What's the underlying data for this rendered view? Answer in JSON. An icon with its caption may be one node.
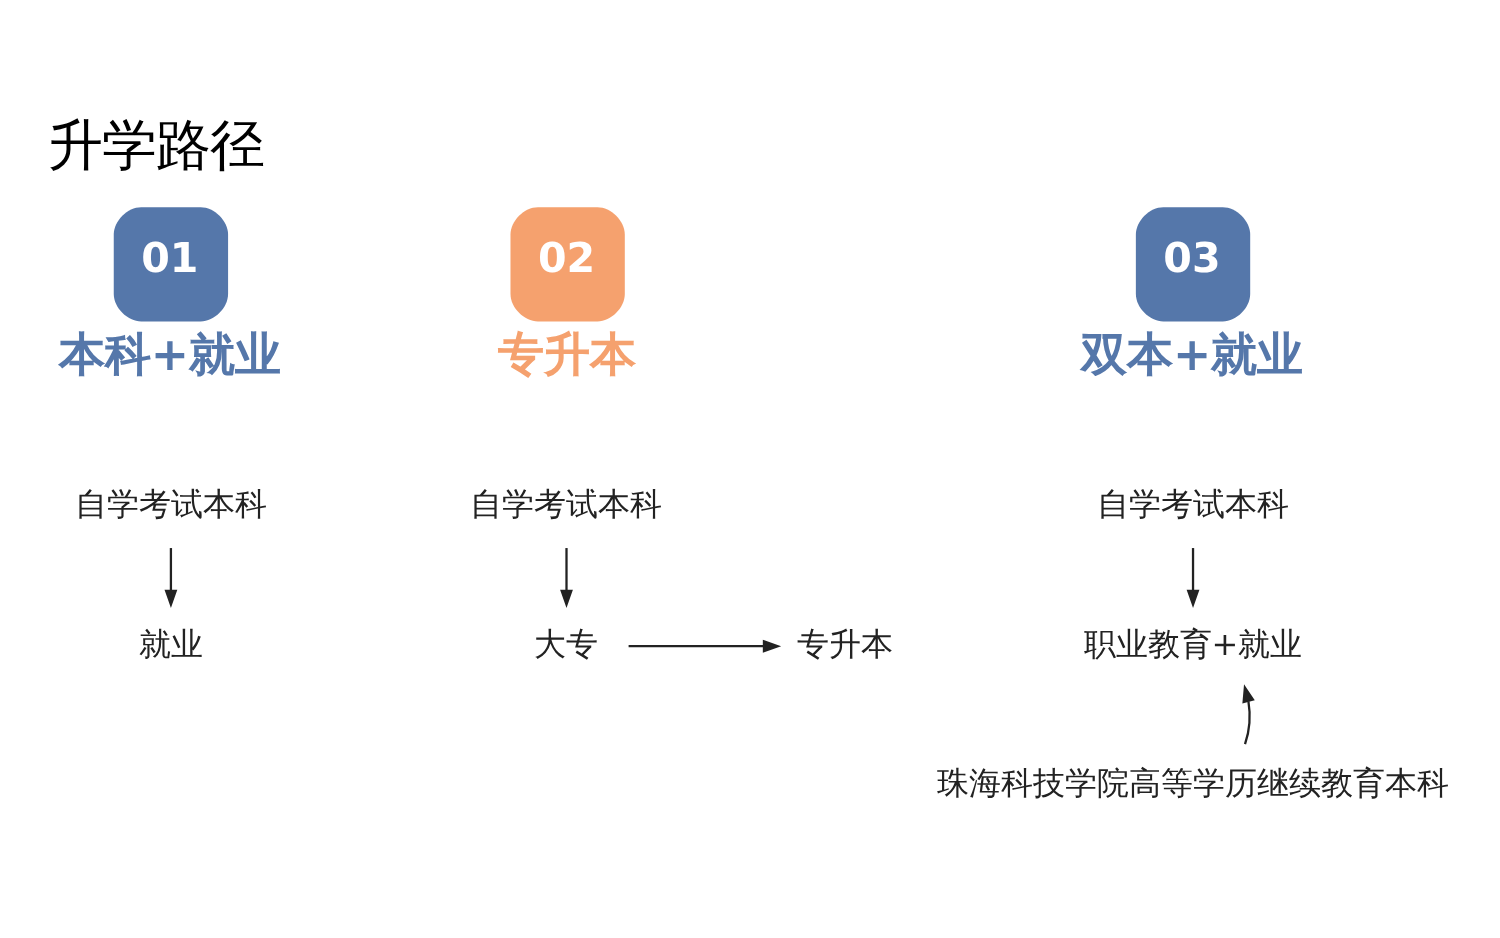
{
  "diagram": {
    "title": "升学路径",
    "nodes": [
      {
        "text": [
          "01"
        ],
        "beside": [
          "本科+就业"
        ]
      },
      {
        "text": [
          "自学考试本科"
        ]
      },
      {
        "text": [
          "就业"
        ]
      },
      {
        "text": [
          "02"
        ],
        "beside": [
          "专升本"
        ]
      },
      {
        "text": [
          "自学考试本科"
        ]
      },
      {
        "text": [
          "大专"
        ]
      },
      {
        "text": [
          "专升本"
        ]
      },
      {
        "text": [
          "03"
        ],
        "beside": [
          "双本+就业"
        ]
      },
      {
        "text": [
          "自学考试本科"
        ]
      },
      {
        "text": [
          "职业教育+就业"
        ]
      },
      {
        "text": [
          "珠海科技学院高等学历继续教育本科"
        ]
      }
    ],
    "edges": [
      {
        "from": 1,
        "to": 2,
        "arrow": "to"
      },
      {
        "from": 4,
        "to": 5,
        "arrow": "to"
      },
      {
        "from": 5,
        "to": 6,
        "arrow": "to"
      },
      {
        "from": 8,
        "to": 9,
        "arrow": "to"
      },
      {
        "from": 10,
        "to": 9,
        "arrow": "to"
      }
    ]
  }
}
